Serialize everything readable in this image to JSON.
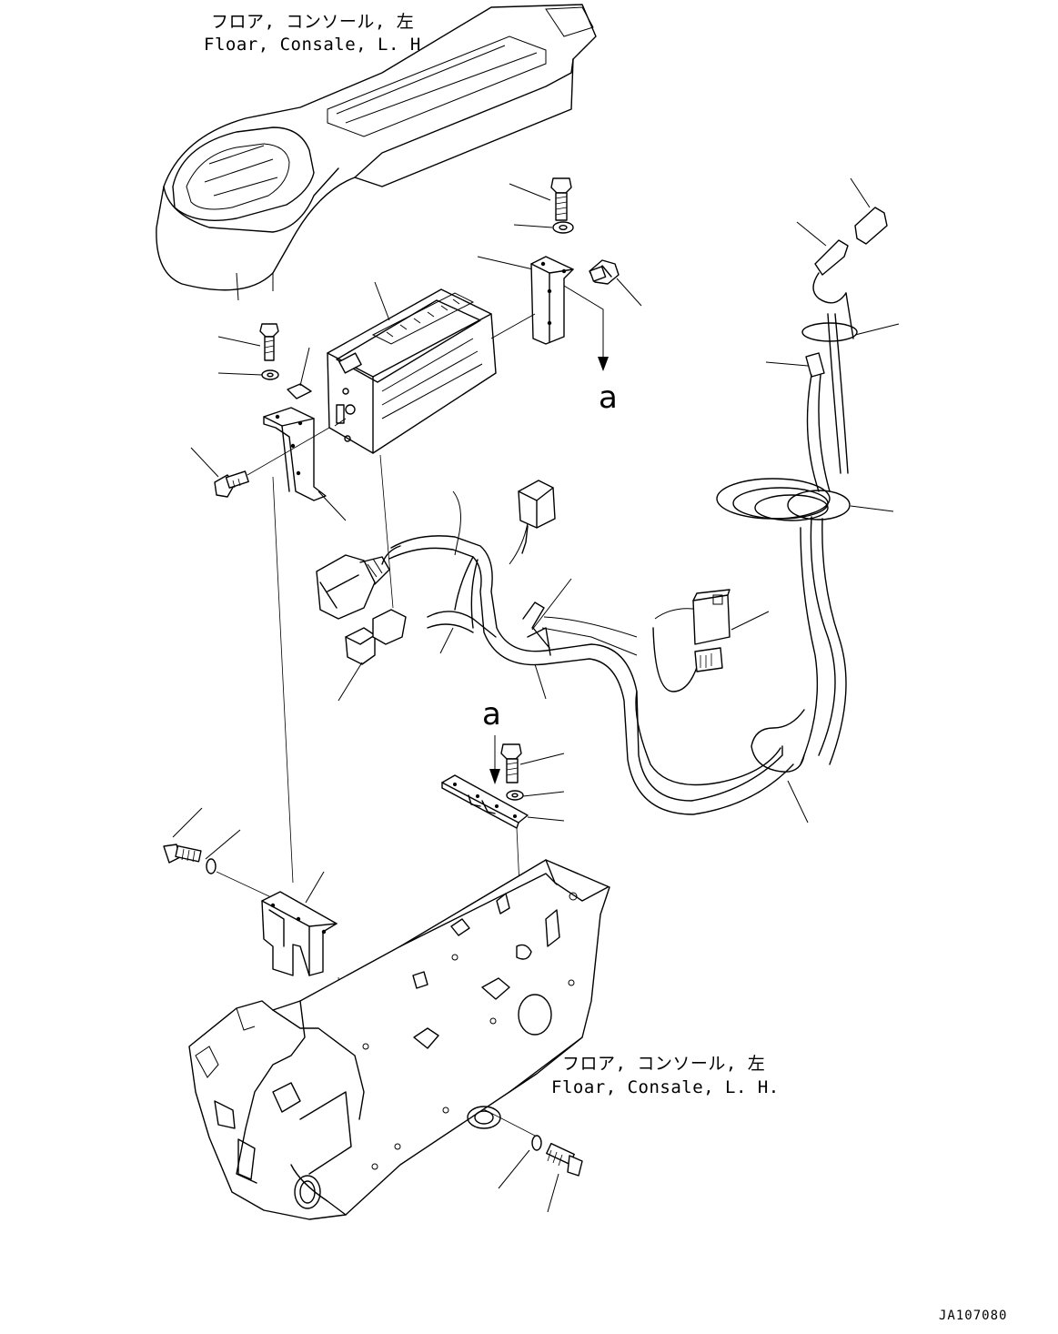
{
  "labels": {
    "top_ja": "フロア, コンソール, 左",
    "top_en": "Floar, Consale, L. H.",
    "bottom_ja": "フロア, コンソール, 左",
    "bottom_en": "Floar, Consale, L. H.",
    "arrow_upper": "a",
    "arrow_lower": "a",
    "drawing_code": "JA107080"
  }
}
